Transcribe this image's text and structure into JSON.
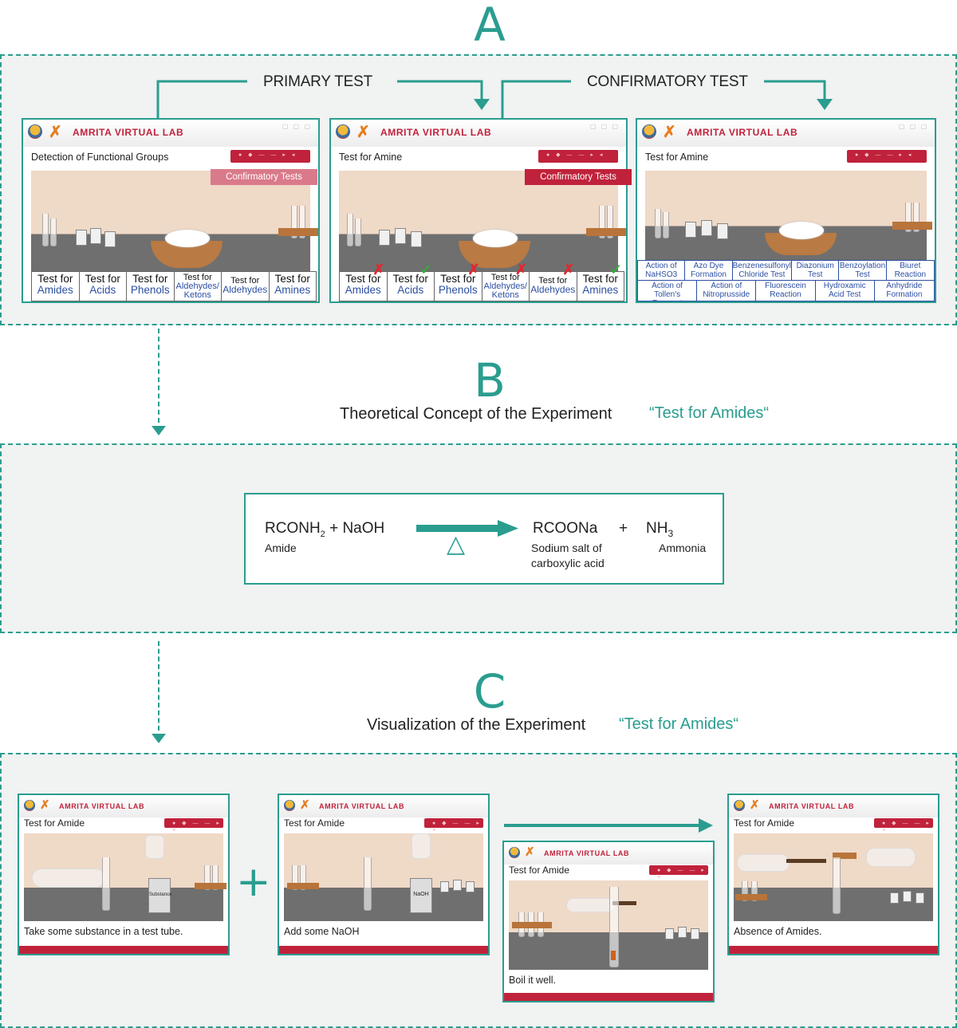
{
  "sections": {
    "a": {
      "letter": "A"
    },
    "b": {
      "letter": "B",
      "title": "Theoretical Concept of the Experiment",
      "quote": "“Test for Amides“"
    },
    "c": {
      "letter": "C",
      "title": "Visualization of the Experiment",
      "quote": "“Test for Amides“"
    }
  },
  "flow": {
    "primary": "PRIMARY TEST",
    "confirmatory": "CONFIRMATORY TEST"
  },
  "window": {
    "brand": "AMRITA VIRTUAL LAB"
  },
  "screen1": {
    "subtitle": "Detection of Functional Groups",
    "button": "Confirmatory Tests",
    "options": [
      {
        "l1": "Test for",
        "l2": "Amides"
      },
      {
        "l1": "Test for",
        "l2": "Acids"
      },
      {
        "l1": "Test for",
        "l2": "Phenols"
      },
      {
        "l1": "Test for",
        "l2": "Aldehydes/",
        "l3": "Ketons"
      },
      {
        "l1": "Test for",
        "l2": "Aldehydes"
      },
      {
        "l1": "Test for",
        "l2": "Amines"
      }
    ]
  },
  "screen2": {
    "subtitle": "Test for Amine",
    "button": "Confirmatory Tests",
    "options": [
      {
        "l1": "Test for",
        "l2": "Amides",
        "mark": "✗"
      },
      {
        "l1": "Test for",
        "l2": "Acids",
        "mark": "✓"
      },
      {
        "l1": "Test for",
        "l2": "Phenols",
        "mark": "✗"
      },
      {
        "l1": "Test for",
        "l2": "Aldehydes/",
        "l3": "Ketons",
        "mark": "✗"
      },
      {
        "l1": "Test for",
        "l2": "Aldehydes",
        "mark": "✗"
      },
      {
        "l1": "Test for",
        "l2": "Amines",
        "mark": "✓"
      }
    ]
  },
  "screen3": {
    "subtitle": "Test for Amine",
    "row1": [
      {
        "l1": "Action of",
        "l2": "NaHSO3"
      },
      {
        "l1": "Azo Dye",
        "l2": "Formation"
      },
      {
        "l1": "Benzenesulfonyl",
        "l2": "Chloride Test"
      },
      {
        "l1": "Diazonium",
        "l2": "Test"
      },
      {
        "l1": "Benzoylation",
        "l2": "Test"
      },
      {
        "l1": "Biuret",
        "l2": "Reaction"
      }
    ],
    "row2": [
      {
        "l1": "Action of",
        "l2": "Tollen's Reagent"
      },
      {
        "l1": "Action of",
        "l2": "Nitroprusside"
      },
      {
        "l1": "Fluorescein",
        "l2": "Reaction"
      },
      {
        "l1": "Hydroxamic",
        "l2": "Acid Test"
      },
      {
        "l1": "Anhydride",
        "l2": "Formation"
      }
    ]
  },
  "reaction": {
    "r1": "RCONH",
    "r1_sub": "2",
    "r1_plus": " + NaOH",
    "r1_name": "Amide",
    "p1": "RCOONa",
    "p1_name_1": "Sodium salt of",
    "p1_name_2": "carboxylic acid",
    "plus": "+",
    "p2": "NH",
    "p2_sub": "3",
    "p2_name": "Ammonia",
    "condition": "△"
  },
  "steps": [
    {
      "subtitle": "Test for Amide",
      "caption": "Take some substance in a test tube.",
      "label": "Substance"
    },
    {
      "subtitle": "Test for Amide",
      "caption": "Add some NaOH",
      "label": "NaOH"
    },
    {
      "subtitle": "Test for Amide",
      "caption": "Boil it well."
    },
    {
      "subtitle": "Test for Amide",
      "caption": "Absence of Amides."
    }
  ],
  "steps_plus": "+",
  "colors": {
    "accent": "#2a9d8f",
    "brand": "#c0223b",
    "option_text": "#2c4fa3"
  }
}
